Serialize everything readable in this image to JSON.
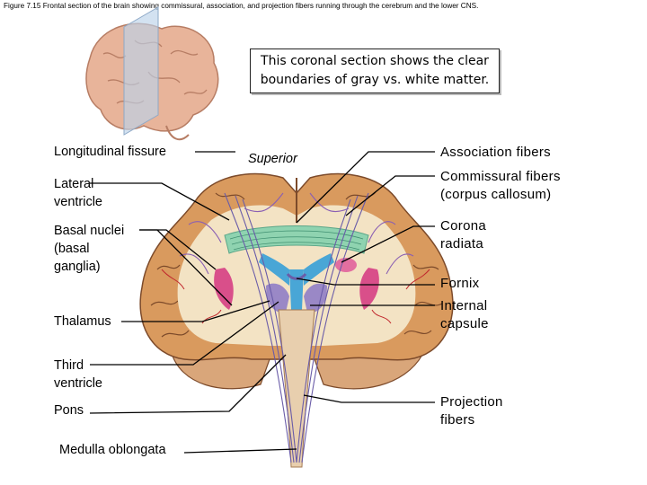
{
  "figure": {
    "caption": "Figure 7.15 Frontal section of the brain showing commissural, association, and projection fibers running through the cerebrum and the lower CNS.",
    "callout": {
      "line1": "This coronal section shows the clear",
      "line2": "boundaries of gray vs. white matter."
    },
    "orientation_label": "Superior",
    "labels_left": {
      "longitudinal_fissure": "Longitudinal fissure",
      "lateral_ventricle_1": "Lateral",
      "lateral_ventricle_2": "ventricle",
      "basal_nuclei_1": "Basal nuclei",
      "basal_nuclei_2": "(basal",
      "basal_nuclei_3": "ganglia)",
      "thalamus": "Thalamus",
      "third_ventricle_1": "Third",
      "third_ventricle_2": "ventricle",
      "pons": "Pons",
      "medulla": "Medulla oblongata"
    },
    "labels_right": {
      "association": "Association fibers",
      "commissural_1": "Commissural fibers",
      "commissural_2": "(corpus callosum)",
      "corona_1": "Corona",
      "corona_2": "radiata",
      "fornix": "Fornix",
      "internal_1": "Internal",
      "internal_2": "capsule",
      "projection_1": "Projection",
      "projection_2": "fibers"
    },
    "colors": {
      "gray_matter": "#d99a5e",
      "white_matter": "#f3e3c4",
      "commissural": "#8fd3b0",
      "ventricle": "#49a6d6",
      "basal_nuclei": "#d94f8a",
      "fibers": "#6a5ca8"
    }
  }
}
